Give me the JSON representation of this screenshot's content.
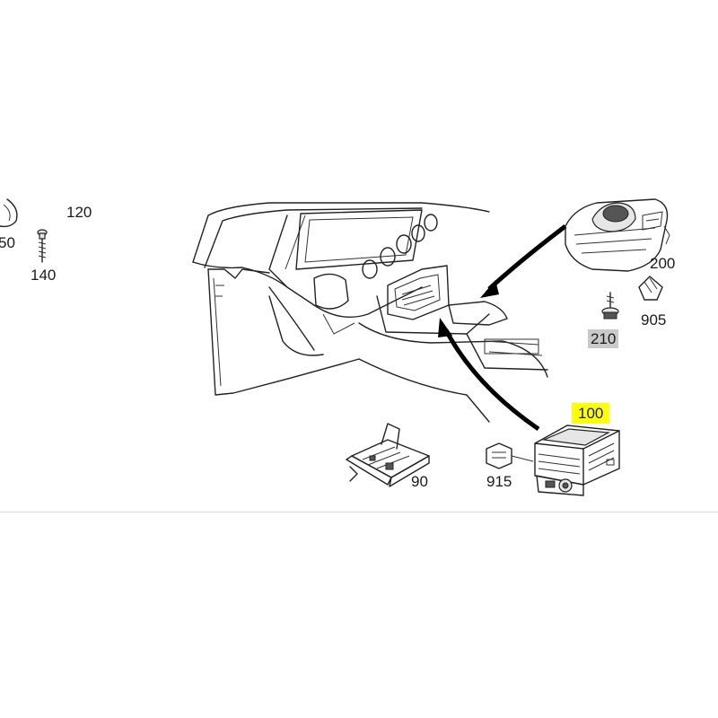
{
  "callouts": {
    "c120": "120",
    "c50": "50",
    "c140": "140",
    "c200": "200",
    "c905": "905",
    "c210": "210",
    "c100": "100",
    "c90": "90",
    "c915": "915"
  },
  "colors": {
    "highlight_yellow": "#ffff00",
    "highlight_gray": "#c9c9c9",
    "line": "#222222"
  }
}
